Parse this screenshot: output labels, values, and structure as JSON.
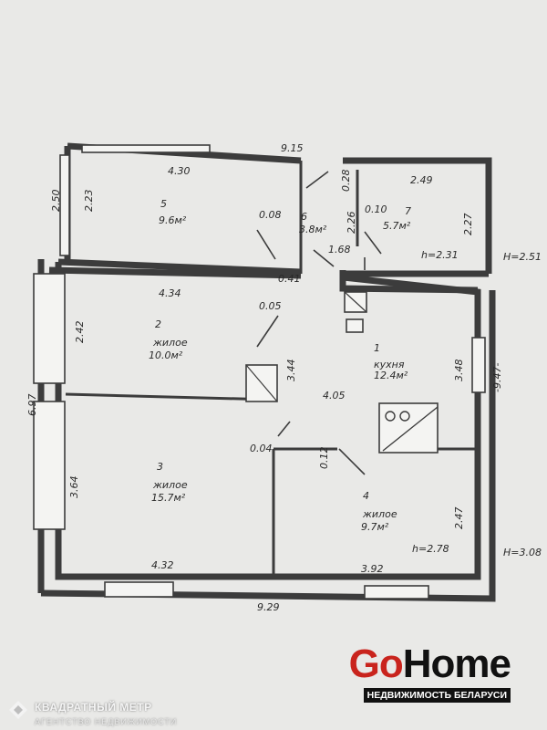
{
  "rooms": [
    {
      "num": "1",
      "name": "кухня",
      "area": "12.4м²"
    },
    {
      "num": "2",
      "name": "жилое",
      "area": "10.0м²"
    },
    {
      "num": "3",
      "name": "жилое",
      "area": "15.7м²"
    },
    {
      "num": "4",
      "name": "жилое",
      "area": "9.7м²"
    },
    {
      "num": "5",
      "name": "",
      "area": "9.6м²"
    },
    {
      "num": "6",
      "name": "",
      "area": "3.8м²"
    },
    {
      "num": "7",
      "name": "",
      "area": "5.7м²"
    }
  ],
  "dims": {
    "d915": "9.15",
    "d430": "4.30",
    "d250": "2.50",
    "d223": "2.23",
    "d008": "0.08",
    "d028": "0.28",
    "d226": "2.26",
    "d010": "0.10",
    "d249": "2.49",
    "d227": "2.27",
    "d168": "1.68",
    "h231": "h=2.31",
    "H251": "H=2.51",
    "d041": "0.41",
    "d434": "4.34",
    "d005": "0.05",
    "d242": "2.42",
    "d344": "3.44",
    "d405": "4.05",
    "d348": "3.48",
    "d947": "-9.47-",
    "d697": "6.97",
    "d004": "0.04",
    "d012": "0.12",
    "d364": "3.64",
    "d247": "2.47",
    "h278": "h=2.78",
    "H308": "H=3.08",
    "d432": "4.32",
    "d392": "3.92",
    "d929": "9.29"
  },
  "brand": {
    "go": "Go",
    "home": "Home",
    "tagline": "НЕДВИЖИМОСТЬ БЕЛАРУСИ"
  },
  "watermark": {
    "name": "КВАДРАТНЫЙ МЕТР",
    "sub": "АГЕНТСТВО НЕДВИЖИМОСТИ"
  }
}
